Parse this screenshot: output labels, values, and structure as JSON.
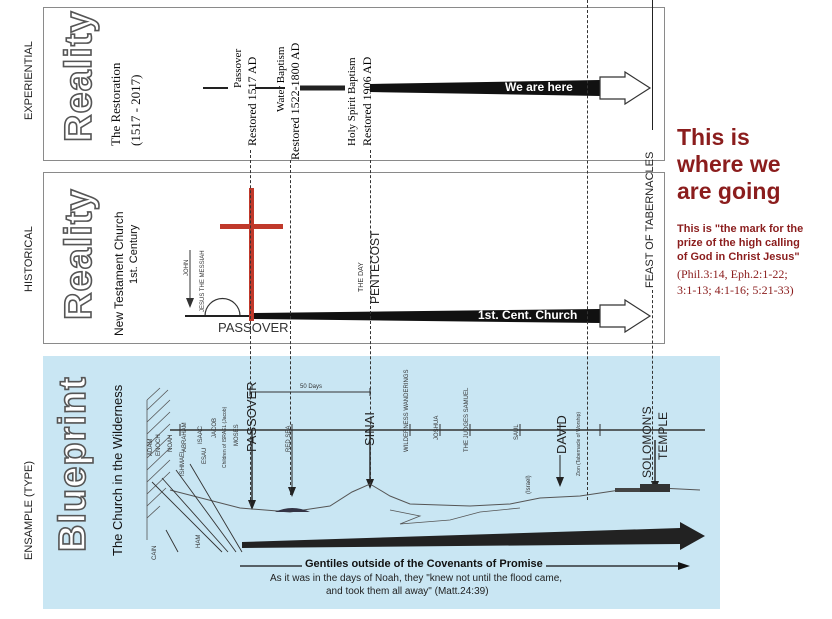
{
  "sections": {
    "experiential": {
      "side_label": "EXPERIENTIAL",
      "word": "Reality",
      "subtitle": "The Restoration",
      "subtitle2": "(1517 - 2017)",
      "events": [
        {
          "line1": "Passover",
          "line2": "Restored 1517 AD"
        },
        {
          "line1": "Water Baptism",
          "line2": "Restored 1522-1800 AD"
        },
        {
          "line1": "Holy Spirit Baptism",
          "line2": "Restored 1906 AD"
        }
      ],
      "arrow_label": "We are here"
    },
    "historical": {
      "side_label": "HISTORICAL",
      "word": "Reality",
      "subtitle": "New Testament Church",
      "subtitle2": "1st. Century",
      "john": "JOHN",
      "messiah": "JESUS THE MESSIAH",
      "passover": "PASSOVER",
      "the_day": "THE DAY",
      "pentecost": "PENTECOST",
      "arrow_label": "1st. Cent. Church"
    },
    "blueprint": {
      "side_label": "ENSAMPLE (TYPE)",
      "word": "Blueprint",
      "subtitle": "The Church in the Wilderness",
      "fifty_days": "50 Days",
      "patriarchs": [
        "ADAM",
        "ENOCH",
        "NOAH",
        "ABRAHAM",
        "ISHMAEL",
        "ISAAC",
        "ESAU",
        "JACOB",
        "Children of ISRAEL (Jacob)",
        "MOSES"
      ],
      "cain": "CAIN",
      "ham": "HAM",
      "passover": "PASSOVER",
      "red_sea": "RED SEA",
      "sinai": "SINAI",
      "wilderness": "WILDERNESS WANDERINGS",
      "joshua": "JOSHUA",
      "judges": "THE JUDGES SAMUEL",
      "saul": "SAUL",
      "david": "DAVID",
      "zion": "Zion (Tabernacle of Worship)",
      "israel": "(Israel)",
      "solomons_temple_1": "SOLOMON'S",
      "solomons_temple_2": "TEMPLE",
      "gentiles": "Gentiles outside of the Covenants of Promise",
      "quote_line1": "As it was in the days of Noah, they \"knew not until the flood came,",
      "quote_line2": "and took them all away\" (Matt.24:39)"
    }
  },
  "feast_label": "FEAST OF TABERNACLES",
  "callout": {
    "heading_line1": "This is",
    "heading_line2": "where we",
    "heading_line3": "are going",
    "mark_line1": "This is \"the mark for the",
    "mark_line2": "prize of the high calling",
    "mark_line3": "of God in Christ Jesus\"",
    "ref_line1": "(Phil.3:14, Eph.2:1-22;",
    "ref_line2": "3:1-13; 4:1-16; 5:21-33)"
  },
  "colors": {
    "blueprint_bg": "#c9e6f3",
    "callout_red": "#8b1d1d",
    "cross_red": "#c0392b"
  }
}
